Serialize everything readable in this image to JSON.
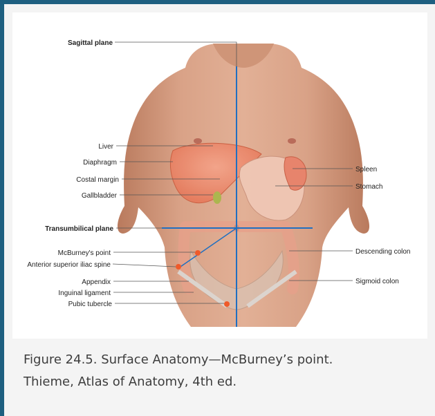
{
  "figure": {
    "labels_left": {
      "sagittal_plane": "Sagittal plane",
      "liver": "Liver",
      "diaphragm": "Diaphragm",
      "costal_margin": "Costal margin",
      "gallbladder": "Gallbladder",
      "transumbilical_plane": "Transumbilical plane",
      "mcburneys_point": "McBurney's point",
      "asis": "Anterior superior iliac spine",
      "appendix": "Appendix",
      "inguinal_ligament": "Inguinal ligament",
      "pubic_tubercle": "Pubic tubercle"
    },
    "labels_right": {
      "spleen": "Spleen",
      "stomach": "Stomach",
      "descending_colon": "Descending colon",
      "sigmoid_colon": "Sigmoid colon"
    },
    "colors": {
      "skin": "#d8a085",
      "skin_dark": "#b97a5d",
      "plane_line": "#1f6fc1",
      "marker": "#ef5a2a",
      "frame": "#1e5f80",
      "background": "#f4f4f4"
    }
  },
  "caption": {
    "line1": "Figure 24.5. Surface Anatomy—McBurney’s point.",
    "line2": "Thieme, Atlas of Anatomy, 4th ed."
  }
}
